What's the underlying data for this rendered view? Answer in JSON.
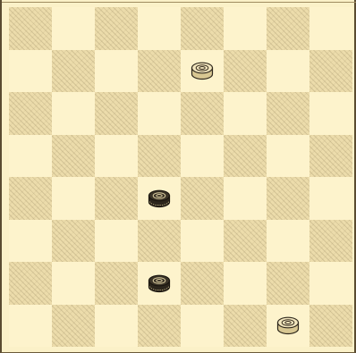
{
  "board": {
    "rows": 8,
    "cols": 8,
    "dark_color": "#ecdcab",
    "light_color": "#fdf3cc",
    "frame_color": "#5a4b31",
    "dark_square_parity": "even"
  },
  "pieces": [
    {
      "row": 1,
      "col": 4,
      "color": "white",
      "icon": "white-checker-icon"
    },
    {
      "row": 4,
      "col": 3,
      "color": "black",
      "icon": "black-checker-icon"
    },
    {
      "row": 6,
      "col": 3,
      "color": "black",
      "icon": "black-checker-icon"
    },
    {
      "row": 7,
      "col": 6,
      "color": "white",
      "icon": "white-checker-icon"
    }
  ]
}
